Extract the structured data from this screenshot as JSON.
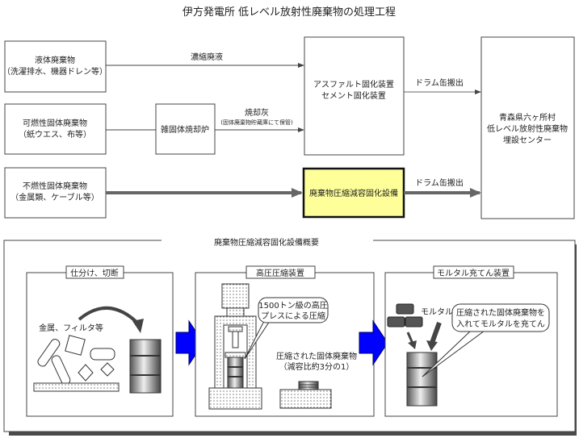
{
  "title": "伊方発電所 低レベル放射性廃棄物の処理工程",
  "flow": {
    "sources": [
      {
        "line1": "液体廃棄物",
        "line2": "（洗濯排水、機器ドレン等）"
      },
      {
        "line1": "可燃性固体廃棄物",
        "line2": "（紙ウエス、布等）"
      },
      {
        "line1": "不燃性固体廃棄物",
        "line2": "（金属類、ケーブル等）"
      }
    ],
    "incinerator": "雑固体焼却炉",
    "edge_liquid": "濃縮廃液",
    "edge_ash": "焼却灰",
    "edge_ash_note": "(固体廃棄物貯蔵庫にて保管)",
    "solidify": {
      "line1": "アスファルト固化装置",
      "line2": "セメント固化装置"
    },
    "compactor": "廃棄物圧縮減容固化設備",
    "edge_drum_1": "ドラム缶搬出",
    "edge_drum_2": "ドラム缶搬出",
    "destination": {
      "line1": "青森県六ヶ所村",
      "line2": "低レベル放射性廃棄物",
      "line3": "埋設センター"
    },
    "highlight_color": "#ffff99"
  },
  "overview": {
    "title": "廃棄物圧縮減容固化設備概要",
    "panels": [
      {
        "title": "仕分け、切断",
        "label": "金属、フィルタ等"
      },
      {
        "title": "高圧圧縮装置",
        "callout1": "1500トン級の高圧",
        "callout2": "プレスによる圧縮",
        "note1": "圧縮された固体廃棄物",
        "note2": "（減容比約3分の1）"
      },
      {
        "title": "モルタル充てん装置",
        "label": "モルタル",
        "callout1": "圧縮された固体廃棄物を",
        "callout2": "入れてモルタルを充てん"
      }
    ],
    "arrow_color": "#0000ff"
  }
}
